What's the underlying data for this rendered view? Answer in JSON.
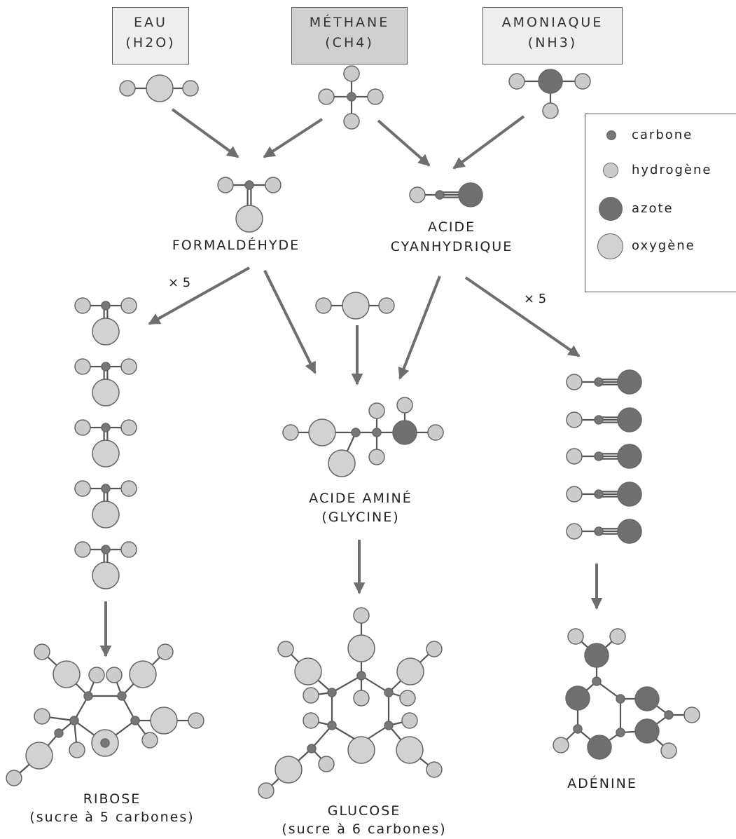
{
  "sources": {
    "water": {
      "name": "EAU",
      "formula": "(H2O)"
    },
    "methane": {
      "name": "MÉTHANE",
      "formula": "(CH4)"
    },
    "ammonia": {
      "name": "AMONIAQUE",
      "formula": "(NH3)"
    }
  },
  "intermediates": {
    "formaldehyde": "FORMALDÉHYDE",
    "hcn_line1": "ACIDE",
    "hcn_line2": "CYANHYDRIQUE"
  },
  "multipliers": {
    "left": "× 5",
    "right": "× 5"
  },
  "products": {
    "glycine_line1": "ACIDE AMINÉ",
    "glycine_line2": "(GLYCINE)",
    "ribose_line1": "RIBOSE",
    "ribose_line2": "(sucre à 5 carbones)",
    "glucose_line1": "GLUCOSE",
    "glucose_line2": "(sucre à 6 carbones)",
    "adenine": "ADÉNINE"
  },
  "legend": [
    {
      "label": "carbone",
      "color": "#777777"
    },
    {
      "label": "hydrogène",
      "color": "#cccccc"
    },
    {
      "label": "azote",
      "color": "#6f6f6f"
    },
    {
      "label": "oxygène",
      "color": "#d2d2d2"
    }
  ],
  "colors": {
    "carbon": "#777777",
    "hydrogen": "#cccccc",
    "nitrogen": "#6f6f6f",
    "oxygen": "#d2d2d2",
    "outline": "#666666",
    "arrow": "#6e6e6e"
  }
}
